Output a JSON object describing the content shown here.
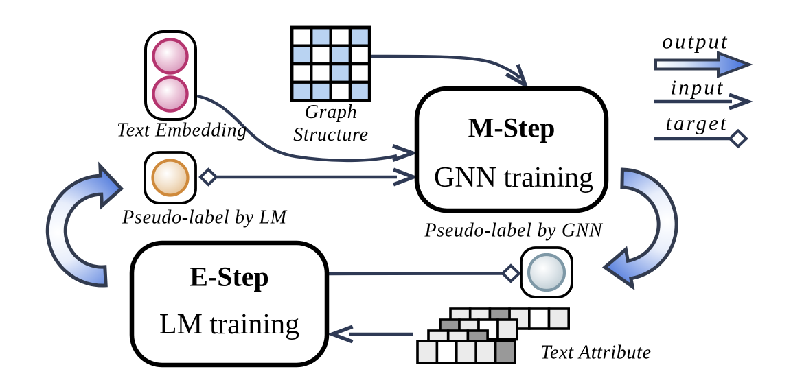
{
  "figure": {
    "background": "#ffffff",
    "colors": {
      "connector_navy": "#2f3a55",
      "box_border": "#000000",
      "grid_blue": "#b9d3f2",
      "pink_ring": "#b5356f",
      "pink_fill": "#dea6c4",
      "orange_ring": "#cf8a3c",
      "orange_fill": "#e9c9a0",
      "steel_ring": "#7e98a6",
      "steel_fill": "#c2cfd6",
      "cycle_arrow_blue": "#3e6cd8",
      "token_light": "#ebebeb",
      "token_dark": "#999999",
      "token_white": "#ffffff"
    },
    "nodes": {
      "text_embedding": {
        "label": "Text Embedding"
      },
      "graph_structure": {
        "label_line1": "Graph",
        "label_line2": "Structure",
        "pattern": [
          [
            0,
            1,
            0,
            1
          ],
          [
            1,
            0,
            1,
            0
          ],
          [
            0,
            0,
            1,
            0
          ],
          [
            1,
            1,
            0,
            1
          ]
        ]
      },
      "m_step": {
        "title": "M-Step",
        "subtitle": "GNN training"
      },
      "e_step": {
        "title": "E-Step",
        "subtitle": "LM training"
      },
      "pseudo_label_lm": {
        "label": "Pseudo-label by LM"
      },
      "pseudo_label_gnn": {
        "label": "Pseudo-label by GNN"
      },
      "text_attribute": {
        "label": "Text Attribute",
        "rows": [
          {
            "cells": [
              "l",
              "l",
              "d",
              "l",
              "w",
              "l"
            ]
          },
          {
            "cells": [
              "d",
              "l",
              "w",
              "l"
            ]
          },
          {
            "cells": [
              "l",
              "l",
              "d"
            ]
          },
          {
            "cells": [
              "l",
              "w",
              "l",
              "l",
              "d"
            ]
          }
        ]
      }
    },
    "legend": {
      "output_label": "output",
      "input_label": "input",
      "target_label": "target"
    }
  }
}
